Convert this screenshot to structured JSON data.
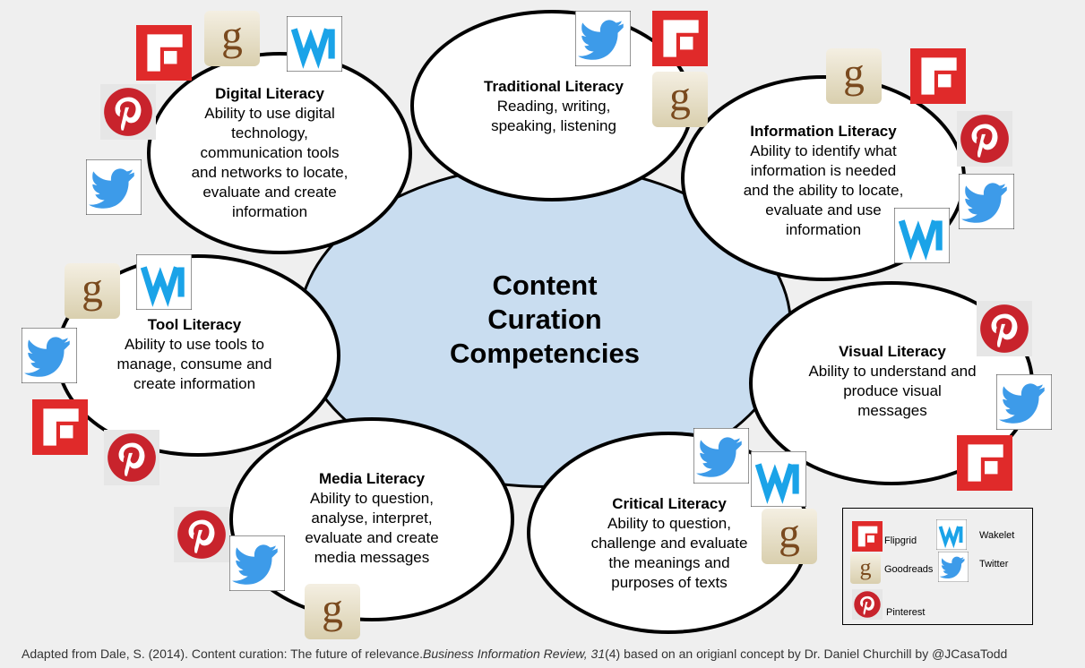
{
  "center": {
    "title": "Content\nCuration\nCompetencies"
  },
  "literacies": [
    {
      "title": "Digital Literacy",
      "desc": "Ability to use digital\ntechnology,\ncommunication tools\nand networks to locate,\nevaluate and create\ninformation"
    },
    {
      "title": "Traditional Literacy",
      "desc": "Reading, writing,\nspeaking, listening"
    },
    {
      "title": "Information Literacy",
      "desc": "Ability to identify what\ninformation is needed\nand the ability to locate,\nevaluate and use\ninformation"
    },
    {
      "title": "Visual Literacy",
      "desc": "Ability to understand and\nproduce visual\nmessages"
    },
    {
      "title": "Critical Literacy",
      "desc": "Ability to question,\nchallenge and evaluate\nthe meanings and\npurposes of texts"
    },
    {
      "title": "Media Literacy",
      "desc": "Ability to question,\nanalyse, interpret,\nevaluate and create\nmedia messages"
    },
    {
      "title": "Tool Literacy",
      "desc": "Ability to use tools to\nmanage, consume and\ncreate information"
    }
  ],
  "legend": {
    "flipgrid": "Flipgrid",
    "wakelet": "Wakelet",
    "goodreads": "Goodreads",
    "twitter": "Twitter",
    "pinterest": "Pinterest"
  },
  "footer": {
    "part1": "Adapted from Dale, S. (2014). Content curation: The future of relevance.",
    "journal": "Business Information Review, 31",
    "part2": "(4) based on an origianl concept  by Dr. Daniel Churchill by @JCasaTodd"
  },
  "colors": {
    "center_fill": "#c9ddf0",
    "flipgrid_red": "#e02a2a",
    "pinterest_red": "#c8232c",
    "twitter_blue": "#3d9be9",
    "wakelet_blue": "#1aa3e8",
    "goodreads_brown": "#7a4a1e"
  },
  "icons": [
    "flipgrid-icon",
    "goodreads-icon",
    "wakelet-icon",
    "pinterest-icon",
    "twitter-icon"
  ]
}
